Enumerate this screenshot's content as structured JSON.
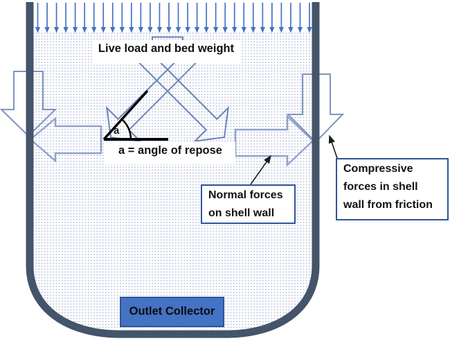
{
  "diagram": {
    "title_note": "vessel load diagram",
    "live_load_label": "Live load and bed weight",
    "angle_symbol": "a",
    "angle_caption": "a = angle of repose",
    "normal_forces_box": {
      "lines": [
        "Normal forces",
        "on shell wall"
      ]
    },
    "compressive_box": {
      "lines": [
        "Compressive",
        "forces in shell",
        "wall from friction"
      ]
    },
    "outlet_label": "Outlet Collector",
    "top_arrow_count": 30,
    "colors": {
      "shell_wall": "#44546A",
      "load_arrow_blue": "#4472C4",
      "hollow_arrow_outline_light": "#8FA2CC",
      "hollow_arrow_outline_mid": "#6B84B8",
      "outer_arrow_outline": "#7F93BD",
      "callout_border": "#2E5597",
      "outlet_fill": "#4472C4",
      "bed_dots": "#A9B5D4",
      "annotation_black": "#1A1A1A"
    }
  }
}
